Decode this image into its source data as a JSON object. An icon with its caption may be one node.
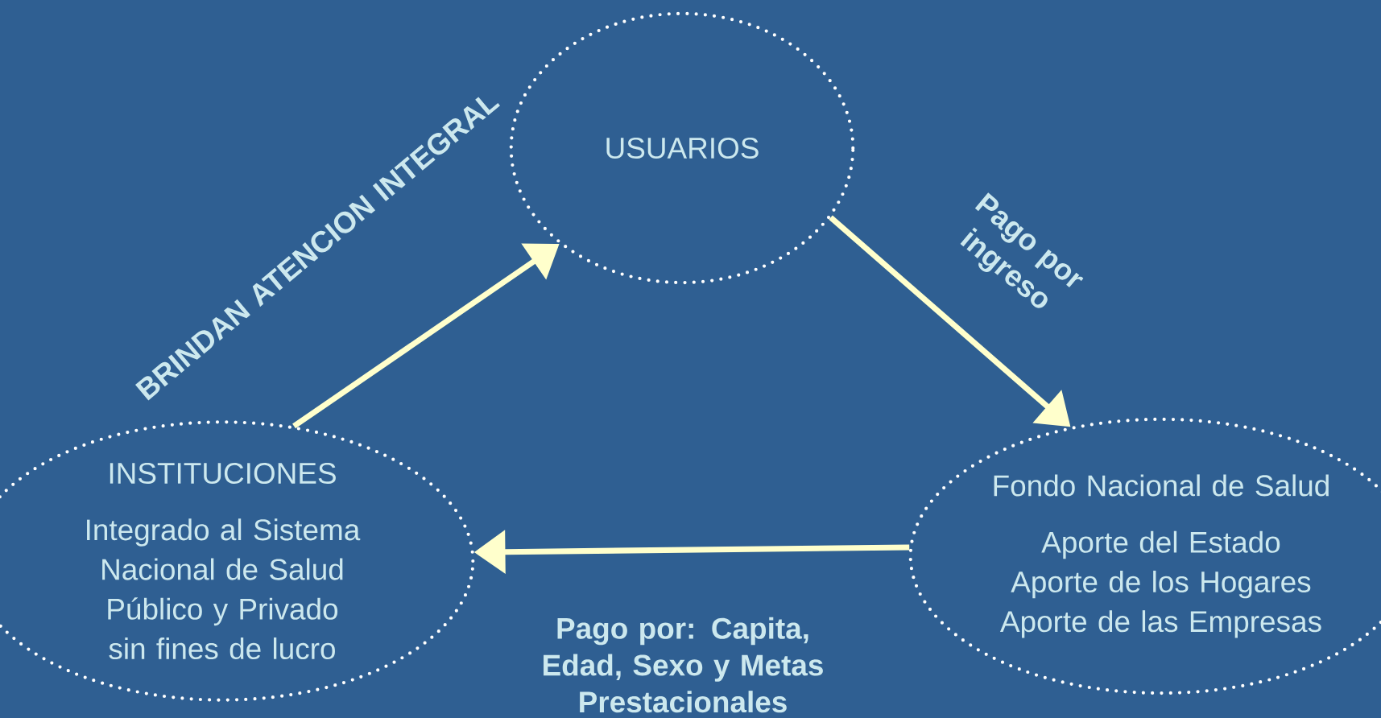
{
  "diagram": {
    "nodes": [
      {
        "text": [
          "USUARIOS"
        ]
      },
      {
        "text": [
          "Fondo Nacional de Salud",
          "Aporte del Estado Aporte de los Hogares Aporte de las Empresas"
        ]
      },
      {
        "text": [
          "INSTITUCIONES",
          "Integrado al Sistema Nacional de Salud Público y Privado sin fines de lucro"
        ]
      }
    ],
    "edges": [
      {
        "from": 2,
        "to": 0,
        "arrow": "to",
        "label": "BRINDAN ATENCION INTEGRAL"
      },
      {
        "from": 0,
        "to": 1,
        "arrow": "to",
        "label": "Pago por ingreso"
      },
      {
        "from": 1,
        "to": 2,
        "arrow": "to",
        "label": "Pago por: Capita, Edad, Sexo y Metas Prestacionales"
      }
    ]
  }
}
